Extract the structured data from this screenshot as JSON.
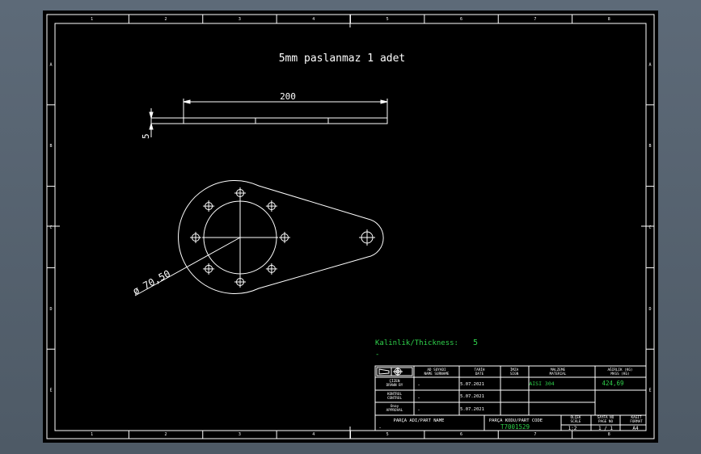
{
  "border": {
    "top_numbers": [
      "1",
      "2",
      "3",
      "4",
      "5",
      "6",
      "7",
      "8"
    ],
    "bottom_numbers": [
      "1",
      "2",
      "3",
      "4",
      "5",
      "6",
      "7",
      "8"
    ],
    "left_letters": [
      "A",
      "B",
      "C",
      "D",
      "E"
    ],
    "right_letters": [
      "A",
      "B",
      "C",
      "D",
      "E"
    ]
  },
  "drawing": {
    "note": "5mm paslanmaz 1 adet",
    "dim_length": "200",
    "dim_thickness": "5",
    "dim_diameter": "ø 70,50"
  },
  "thickness": {
    "label": "Kalinlik/Thickness:",
    "value": "5",
    "dash": "-"
  },
  "title_block": {
    "col_name": "AD SOYADI\nNAME SURNAME",
    "col_date": "TARİH\nDATE",
    "col_sign": "İMZA\nSIGN",
    "col_material": "MALZEME\nMATERIAL",
    "col_weight": "AĞIRLIK (KG)\nMASS (KG)",
    "row_drawn": "ÇİZEN\nDRAWN BY",
    "row_control": "KONTROL\nCONTROL",
    "row_approval": "Onay\nAPPROVAL",
    "drawn_name": "-",
    "control_name": "-",
    "approval_name": "-",
    "drawn_date": "5.07.2021",
    "control_date": "5.07.2021",
    "approval_date": "5.07.2021",
    "material": "AISI 304",
    "weight": "424,69",
    "part_name_label": "PARÇA ADI/PART NAME",
    "part_name_value": "-",
    "part_no_label": "PARÇA KODU/PART CODE",
    "part_no_value": "T7001529",
    "scale_label": "ÖLÇEK\nSCALE",
    "scale_value": "1:2",
    "page_label": "SAYFA NO\nPAGE NO",
    "page_value": "1 / 1",
    "format_label": "KAĞIT\nFORMAT",
    "format_value": "A4"
  }
}
